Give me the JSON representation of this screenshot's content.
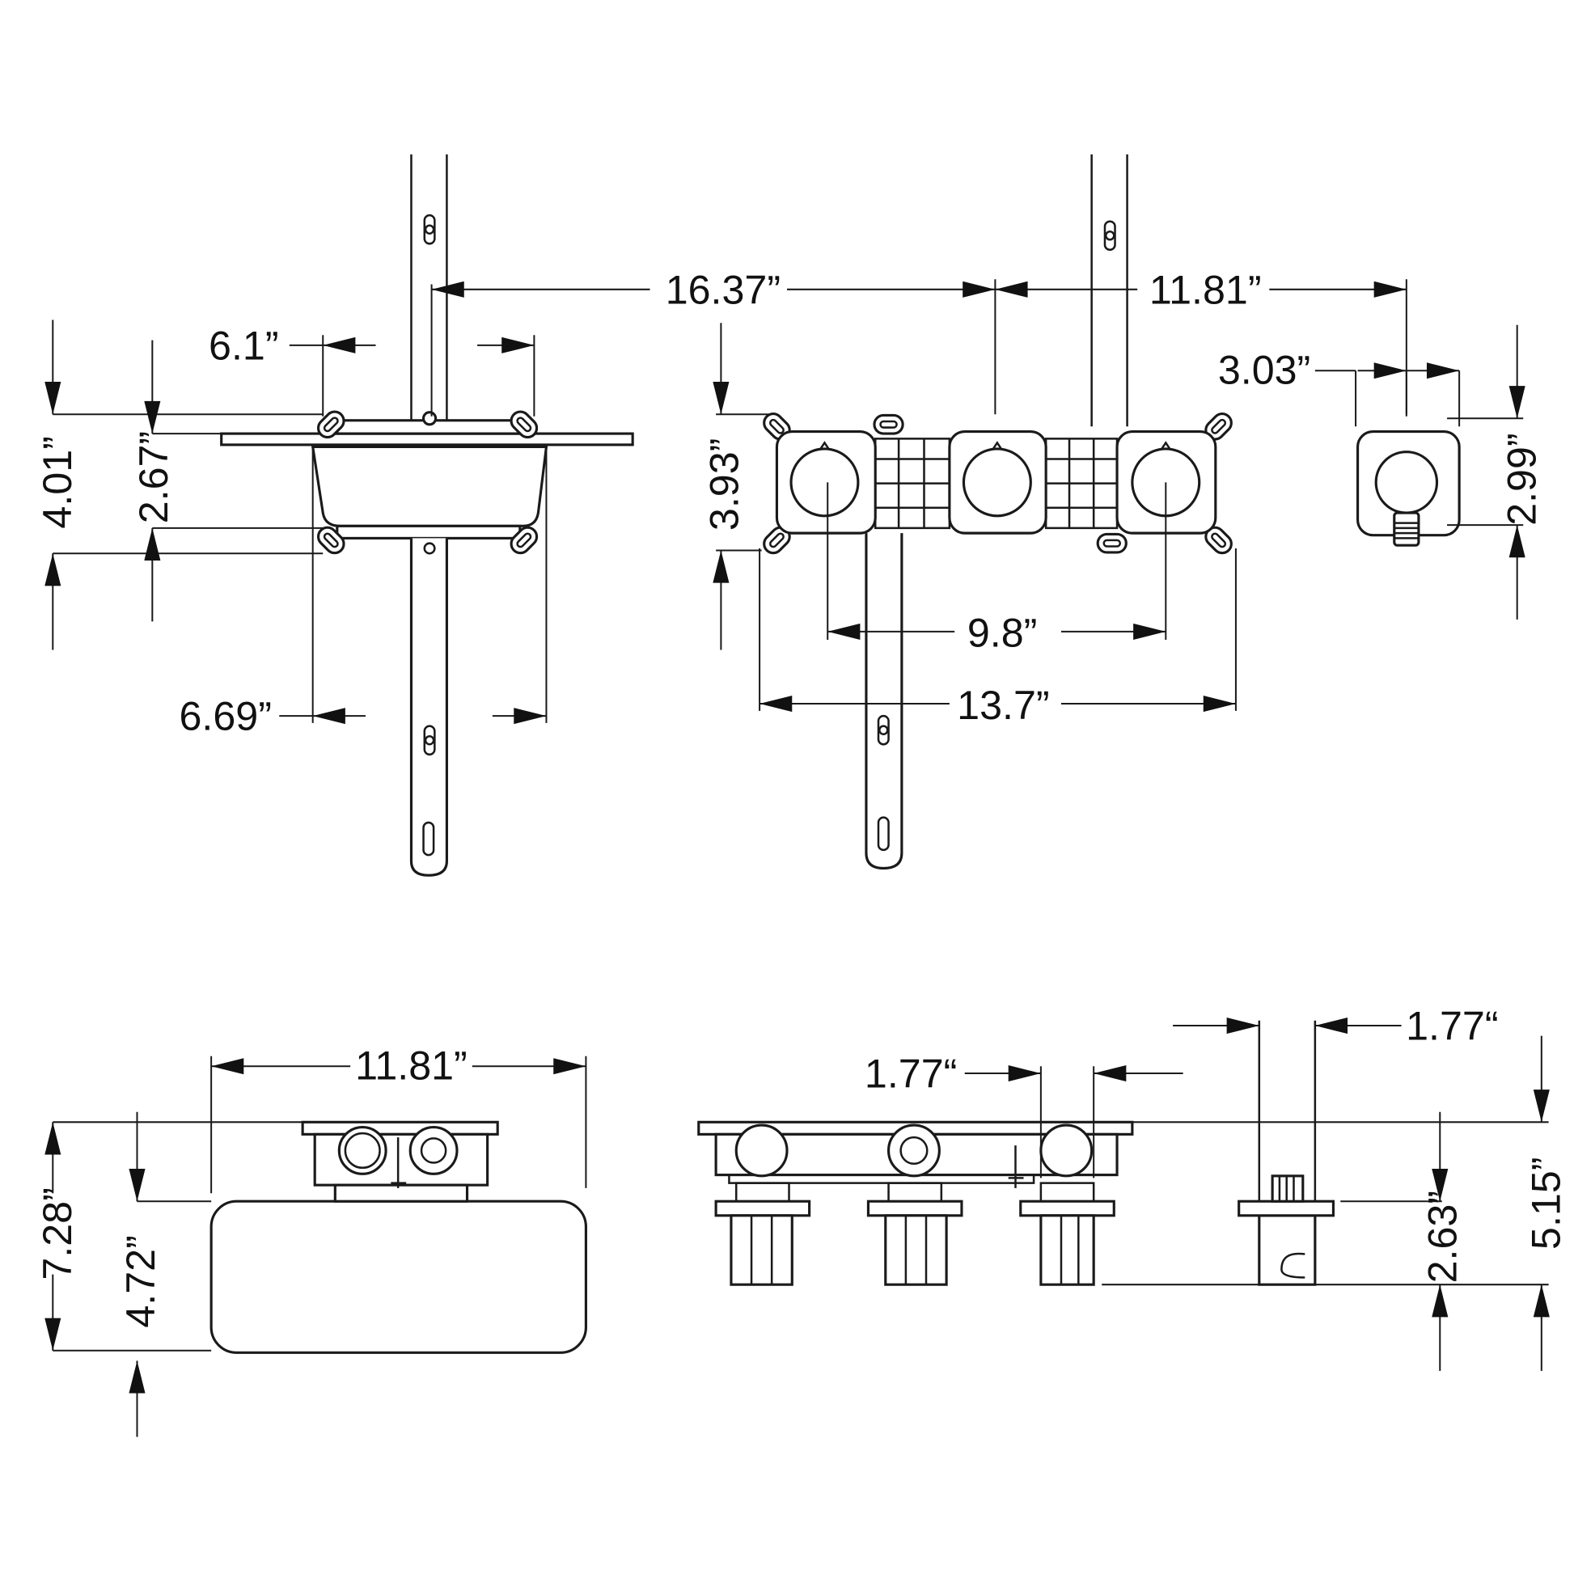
{
  "colors": {
    "line": "#1a1a1a",
    "background": "#ffffff"
  },
  "front_side_view": {
    "width_top": "6.1”",
    "width_body": "6.69”",
    "height_overall": "4.01”",
    "height_body": "2.67”"
  },
  "front_view": {
    "bracket_span": "16.37”",
    "offset_to_right": "11.81”",
    "height": "3.93”",
    "handle_spacing": "9.8”",
    "width_overall": "13.7”"
  },
  "single_trim_view": {
    "width": "3.03”",
    "height": "2.99”"
  },
  "top_view": {
    "width": "11.81”",
    "depth_overall": "7.28”",
    "depth_cover": "4.72”"
  },
  "side_view": {
    "outlet_width": "1.77“",
    "wall_offset": "1.77“",
    "depth_body": "2.63”",
    "depth_overall": "5.15”"
  }
}
